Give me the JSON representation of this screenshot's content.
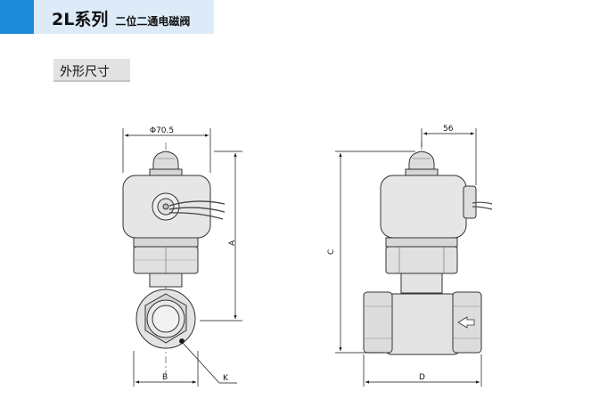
{
  "header": {
    "accent_color": "#1b8ad7",
    "background_color": "#dcebf7",
    "title": "2L系列",
    "subtitle": "二位二通电磁阀"
  },
  "section": {
    "title": "外形尺寸"
  },
  "front_view": {
    "width_dim": "Φ70.5",
    "height_dim": "A",
    "base_dim": "B",
    "port_callout": "K"
  },
  "side_view": {
    "top_dim": "56",
    "height_dim": "C",
    "length_dim": "D"
  }
}
